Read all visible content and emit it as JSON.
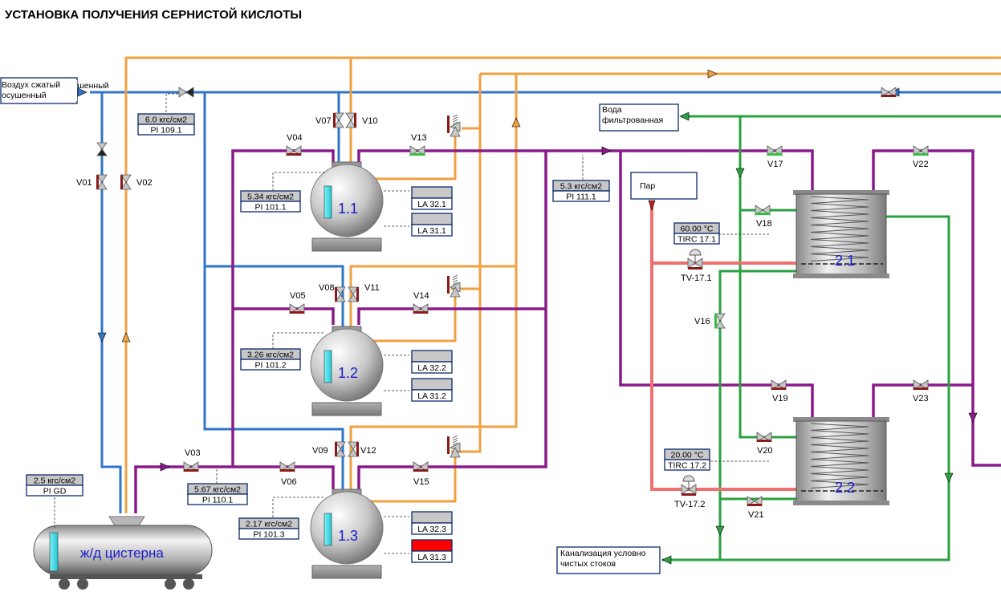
{
  "title": "УСТАНОВКА ПОЛУЧЕНИЯ СЕРНИСТОЙ КИСЛОТЫ",
  "colors": {
    "air": "#2f75c8",
    "condensate": "#f0a040",
    "acid": "#8a1a8a",
    "water": "#2aa040",
    "steam": "#f07070",
    "alarm": "#ff0000",
    "vessel_number": "#1a1acc"
  },
  "sources": {
    "air": "Воздух сжатый осушенный",
    "water": "Вода фильтрованная",
    "steam": "Пар",
    "drain": "Канализация условно чистых стоков"
  },
  "vessels": {
    "v11": "1.1",
    "v12": "1.2",
    "v13": "1.3",
    "v21": "2.1",
    "v22": "2.2",
    "tank": "ж/д цистерна"
  },
  "valves": {
    "v01": "V01",
    "v02": "V02",
    "v03": "V03",
    "v04": "V04",
    "v05": "V05",
    "v06": "V06",
    "v07": "V07",
    "v08": "V08",
    "v09": "V09",
    "v10": "V10",
    "v11": "V11",
    "v12": "V12",
    "v13": "V13",
    "v14": "V14",
    "v15": "V15",
    "v16": "V16",
    "v17": "V17",
    "v18": "V18",
    "v19": "V19",
    "v20": "V20",
    "v21": "V21",
    "v22": "V22",
    "v23": "V23",
    "tv171": "TV-17.1",
    "tv172": "TV-17.2"
  },
  "instruments": {
    "pi1091": {
      "value": "6.0 кгс/см2",
      "tag": "PI 109.1"
    },
    "pi1011": {
      "value": "5.34 кгс/см2",
      "tag": "PI 101.1"
    },
    "pi1012": {
      "value": "3.26 кгс/см2",
      "tag": "PI 101.2"
    },
    "pi1013": {
      "value": "2.17 кгс/см2",
      "tag": "PI 101.3"
    },
    "pi1101": {
      "value": "5.67 кгс/см2",
      "tag": "PI 110.1"
    },
    "pi1111": {
      "value": "5.3 кгс/см2",
      "tag": "PI 111.1"
    },
    "pigd": {
      "value": "2.5 кгс/см2",
      "tag": "PI GD"
    },
    "tirc171": {
      "value": "60.00 °C",
      "tag": "TIRC 17.1"
    },
    "tirc172": {
      "value": "20.00 °C",
      "tag": "TIRC 17.2"
    }
  },
  "level_alarms": {
    "la321": {
      "tag": "LA 32.1",
      "state": "normal"
    },
    "la311": {
      "tag": "LA 31.1",
      "state": "normal"
    },
    "la322": {
      "tag": "LA 32.2",
      "state": "normal"
    },
    "la312": {
      "tag": "LA 31.2",
      "state": "normal"
    },
    "la323": {
      "tag": "LA 32.3",
      "state": "normal"
    },
    "la313": {
      "tag": "LA 31.3",
      "state": "alarm"
    }
  }
}
